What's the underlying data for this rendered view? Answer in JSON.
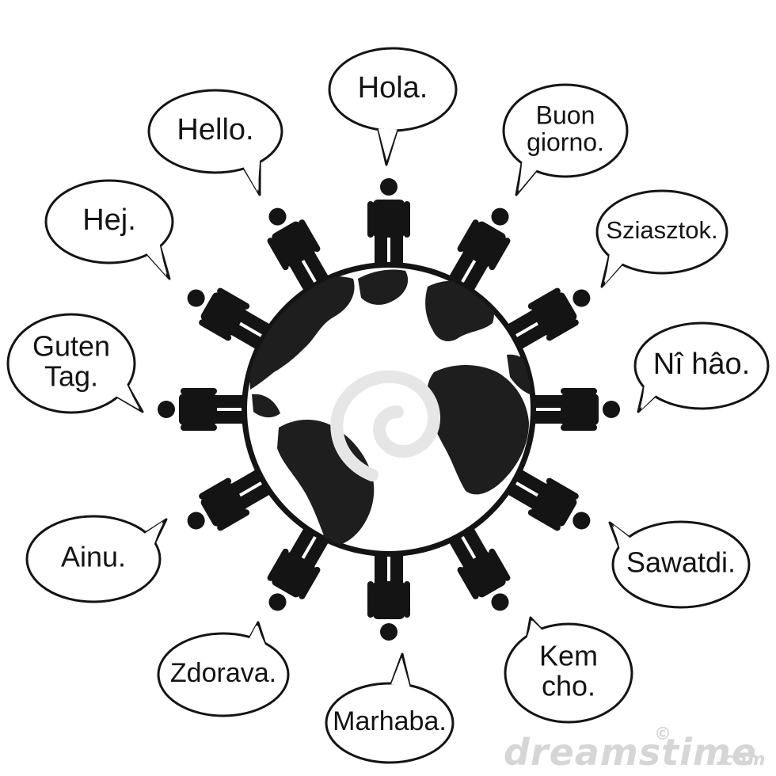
{
  "greetings": [
    {
      "id": "hola",
      "lines": [
        "Hola."
      ]
    },
    {
      "id": "buon-giorno",
      "lines": [
        "Buon",
        "giorno."
      ]
    },
    {
      "id": "sziasztok",
      "lines": [
        "Sziasztok."
      ]
    },
    {
      "id": "ni-hao",
      "lines": [
        "Nî hâo."
      ]
    },
    {
      "id": "sawatdi",
      "lines": [
        "Sawatdi."
      ]
    },
    {
      "id": "kem-cho",
      "lines": [
        "Kem",
        "cho."
      ]
    },
    {
      "id": "marhaba",
      "lines": [
        "Marhaba."
      ]
    },
    {
      "id": "zdorava",
      "lines": [
        "Zdorava."
      ]
    },
    {
      "id": "ainu",
      "lines": [
        "Ainu."
      ]
    },
    {
      "id": "guten-tag",
      "lines": [
        "Guten",
        "Tag."
      ]
    },
    {
      "id": "hej",
      "lines": [
        "Hej."
      ]
    },
    {
      "id": "hello",
      "lines": [
        "Hello."
      ]
    }
  ],
  "watermark": {
    "copyright_symbol": "©",
    "brand": "dreamstime",
    "domain": ".com"
  },
  "colors": {
    "ink": "#141414",
    "ocean": "#ffffff",
    "land": "#1e1e1e",
    "watermark": "#d6d6d6"
  }
}
